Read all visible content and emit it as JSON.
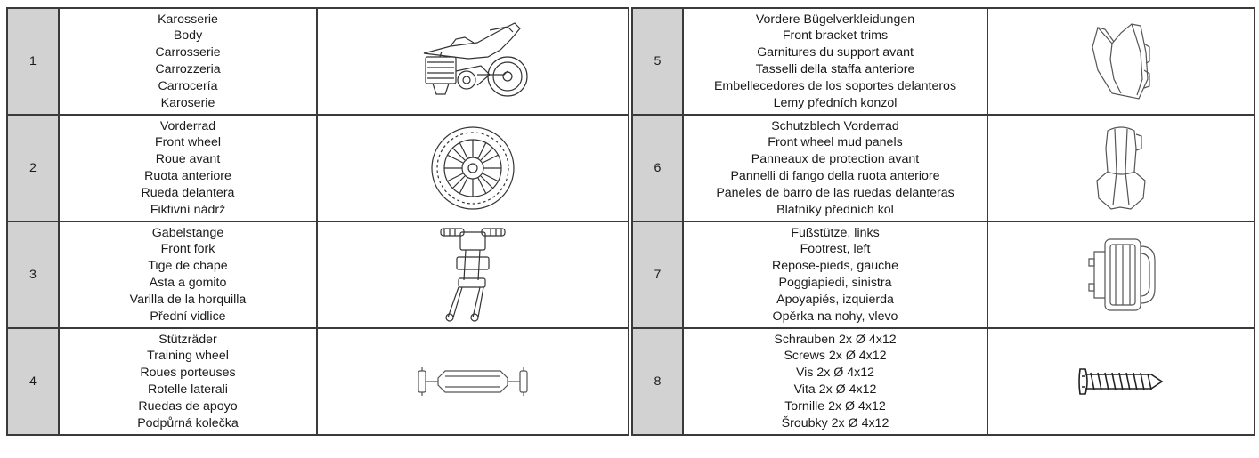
{
  "parts": [
    {
      "number": "1",
      "icon": "motorcycle-body-icon",
      "names": [
        "Karosserie",
        "Body",
        "Carrosserie",
        "Carrozzeria",
        "Carrocería",
        "Karoserie"
      ]
    },
    {
      "number": "2",
      "icon": "front-wheel-icon",
      "names": [
        "Vorderrad",
        "Front wheel",
        "Roue avant",
        "Ruota anteriore",
        "Rueda delantera",
        "Fiktivní nádrž"
      ]
    },
    {
      "number": "3",
      "icon": "front-fork-icon",
      "names": [
        "Gabelstange",
        "Front fork",
        "Tige de chape",
        "Asta a gomito",
        "Varilla de la horquilla",
        "Přední vidlice"
      ]
    },
    {
      "number": "4",
      "icon": "training-wheel-icon",
      "names": [
        "Stützräder",
        "Training wheel",
        "Roues porteuses",
        "Rotelle laterali",
        "Ruedas de apoyo",
        "Podpůrná kolečka"
      ]
    },
    {
      "number": "5",
      "icon": "bracket-trim-icon",
      "names": [
        "Vordere Bügelverkleidungen",
        "Front bracket trims",
        "Garnitures du support avant",
        "Tasselli della staffa anteriore",
        "Embellecedores de los soportes delanteros",
        "Lemy předních konzol"
      ]
    },
    {
      "number": "6",
      "icon": "mud-panel-icon",
      "names": [
        "Schutzblech Vorderrad",
        "Front wheel mud panels",
        "Panneaux de protection avant",
        "Pannelli di fango della ruota anteriore",
        "Paneles de barro de las ruedas delanteras",
        "Blatníky předních kol"
      ]
    },
    {
      "number": "7",
      "icon": "footrest-icon",
      "names": [
        "Fußstütze, links",
        "Footrest, left",
        "Repose-pieds, gauche",
        "Poggiapiedi, sinistra",
        "Apoyapiés, izquierda",
        "Opěrka na nohy, vlevo"
      ]
    },
    {
      "number": "8",
      "icon": "screw-icon",
      "names": [
        "Schrauben 2x Ø 4x12",
        "Screws 2x Ø 4x12",
        "Vis 2x Ø 4x12",
        "Vita 2x Ø 4x12",
        "Tornille 2x Ø 4x12",
        "Šroubky 2x Ø 4x12"
      ]
    }
  ]
}
